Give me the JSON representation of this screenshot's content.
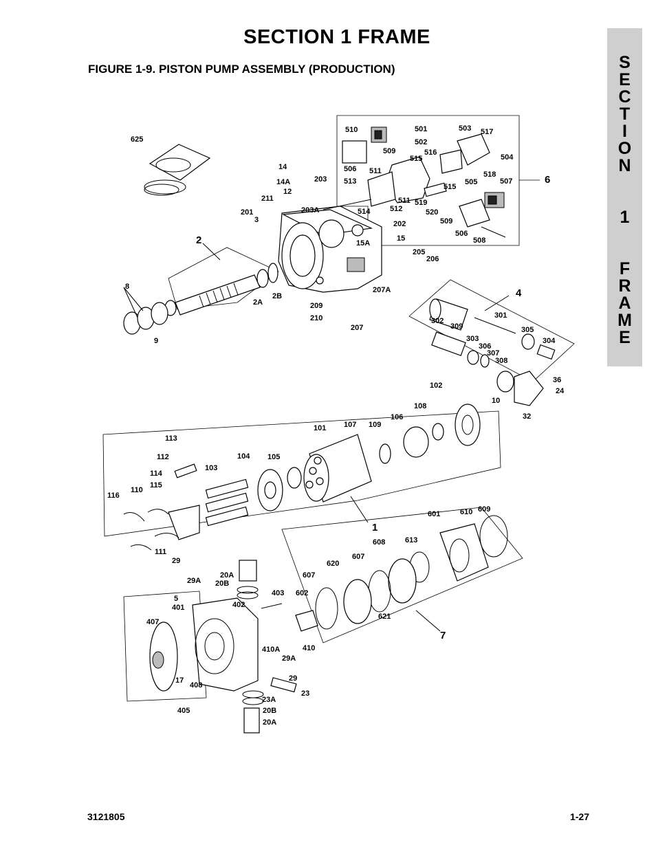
{
  "header": {
    "section_title": "SECTION 1  FRAME",
    "figure_title": "FIGURE 1-9.    PISTON PUMP ASSEMBLY (PRODUCTION)"
  },
  "side_tab": {
    "letters": [
      "S",
      "E",
      "C",
      "T",
      "I",
      "O",
      "N",
      "1",
      "F",
      "R",
      "A",
      "M",
      "E"
    ]
  },
  "footer": {
    "doc_number": "3121805",
    "page_number": "1-27"
  },
  "colors": {
    "tab_background": "#cfcfcf",
    "ink": "#000000"
  },
  "callouts": {
    "group_labels": [
      "1",
      "2",
      "4",
      "6",
      "7"
    ],
    "part_labels": [
      "625",
      "14",
      "14A",
      "12",
      "211",
      "203",
      "203A",
      "201",
      "3",
      "202",
      "15A",
      "15",
      "205",
      "206",
      "207A",
      "207",
      "209",
      "210",
      "2",
      "2A",
      "2B",
      "8",
      "9",
      "510",
      "501",
      "502",
      "509",
      "506",
      "511",
      "513",
      "515",
      "516",
      "514",
      "512",
      "519",
      "520",
      "505",
      "503",
      "517",
      "504",
      "518",
      "507",
      "508",
      "302",
      "309",
      "301",
      "303",
      "306",
      "307",
      "308",
      "305",
      "304",
      "36",
      "24",
      "10",
      "32",
      "102",
      "108",
      "106",
      "109",
      "107",
      "101",
      "104",
      "105",
      "103",
      "113",
      "112",
      "114",
      "115",
      "110",
      "116",
      "111",
      "601",
      "610",
      "609",
      "613",
      "608",
      "620",
      "607",
      "602",
      "621",
      "29",
      "29A",
      "20A",
      "20B",
      "403",
      "5",
      "401",
      "402",
      "407",
      "17",
      "408",
      "405",
      "410A",
      "410",
      "23",
      "23A"
    ]
  }
}
